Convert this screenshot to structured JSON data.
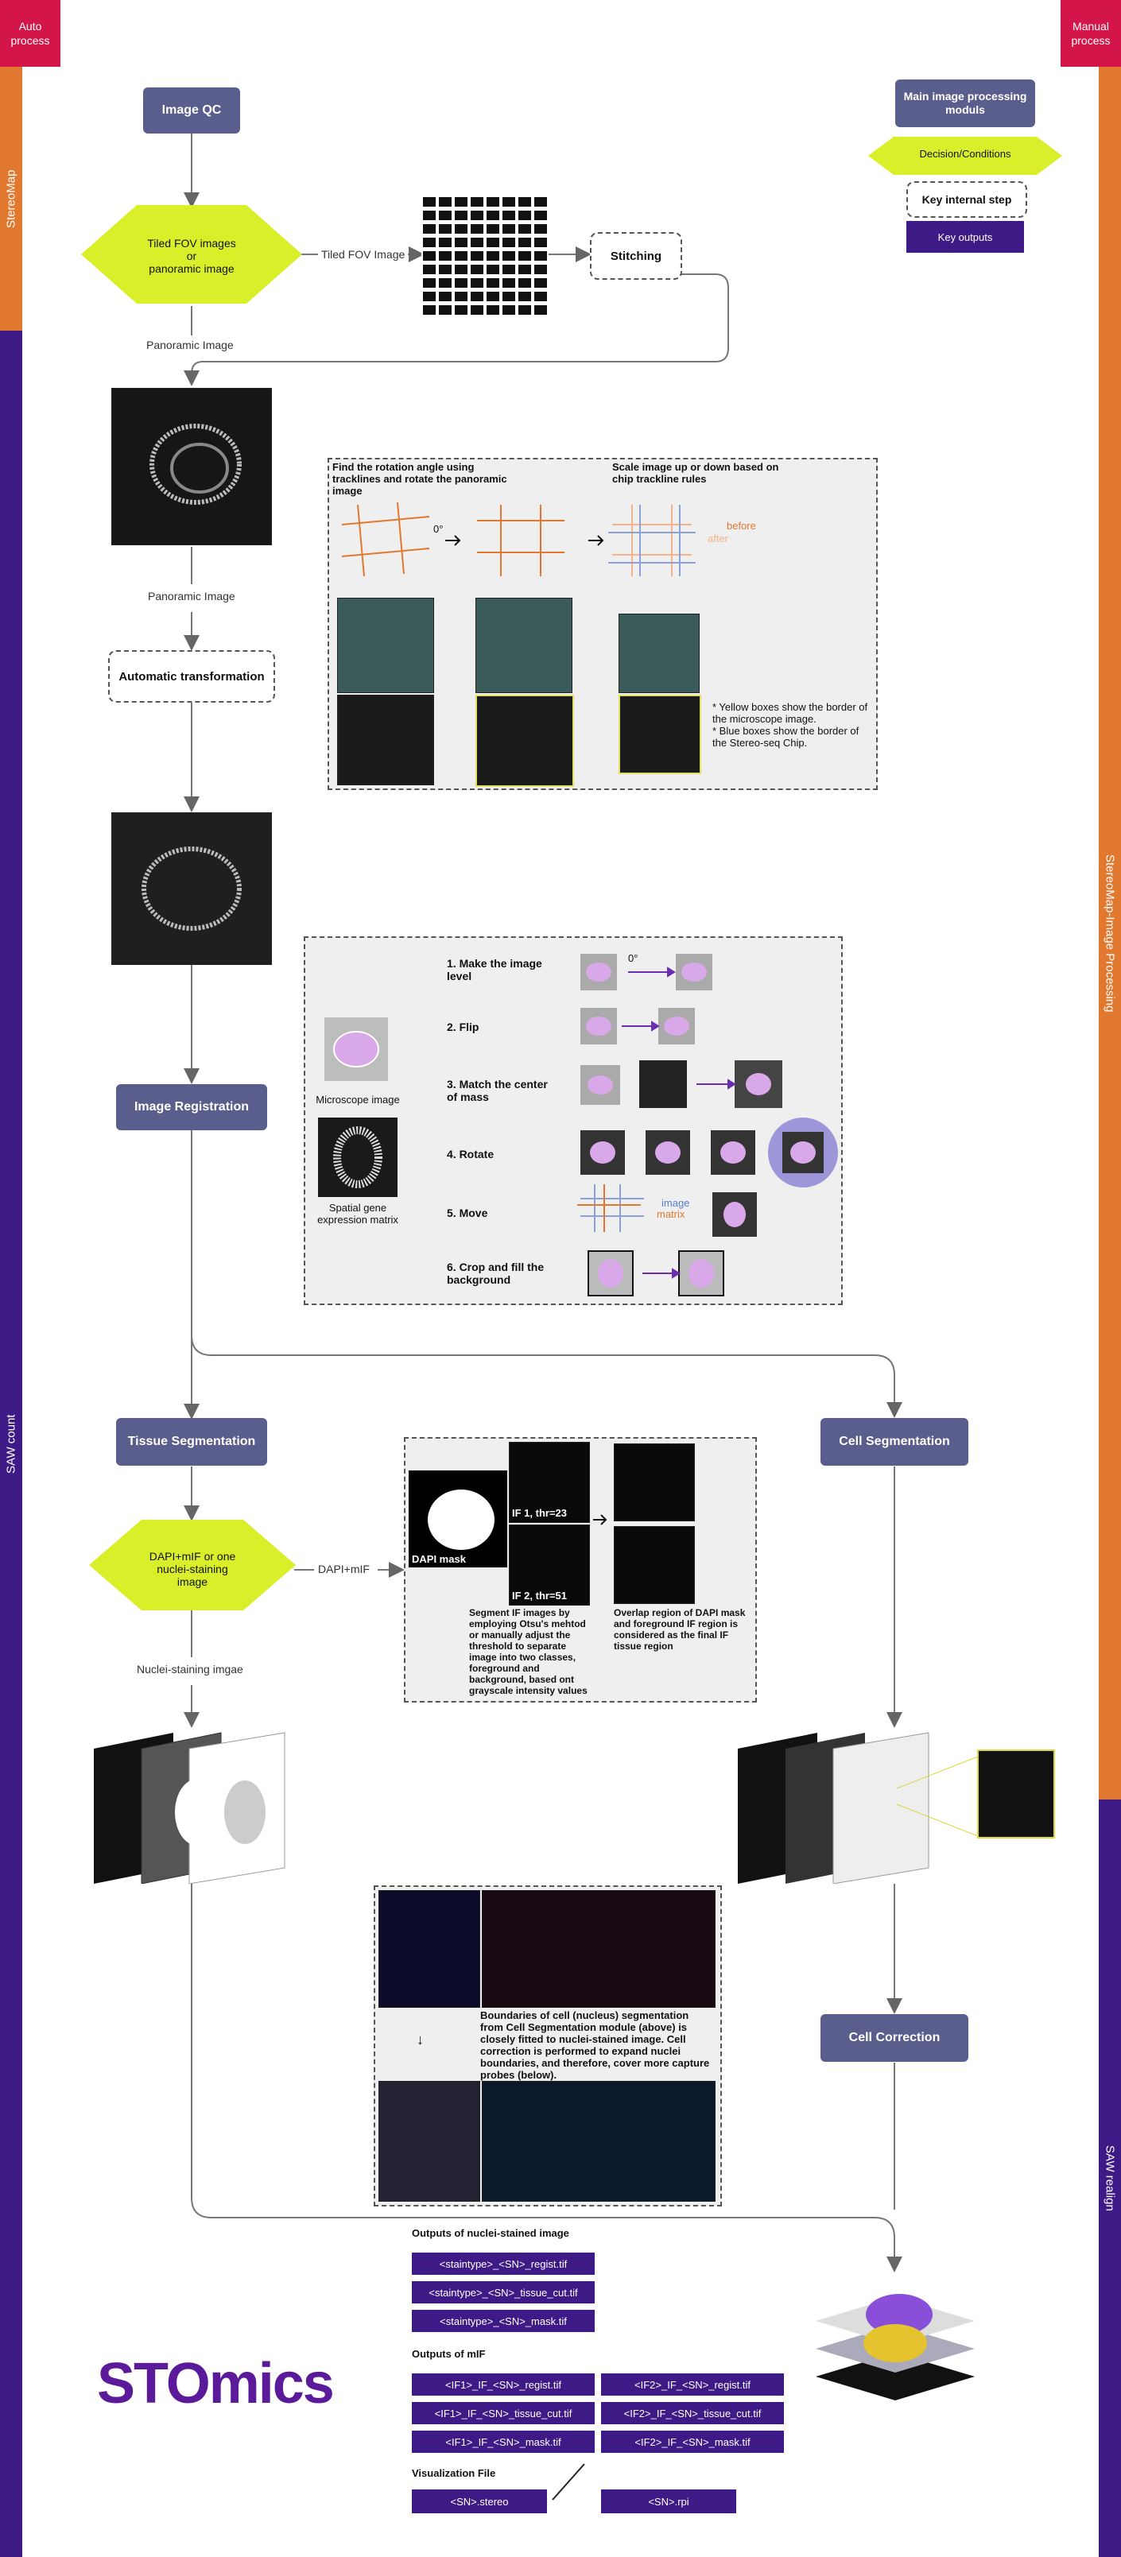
{
  "corners": {
    "left": "Auto\nprocess",
    "right": "Manual\nprocess"
  },
  "bands": {
    "left_top": "StereoMap",
    "left_bottom": "SAW count",
    "right_top": "StereoMap-Image Processing",
    "right_bottom": "SAW realign"
  },
  "legend": {
    "main": "Main image processing moduls",
    "decision": "Decision/Conditions",
    "internal": "Key internal step",
    "outputs": "Key outputs"
  },
  "nodes": {
    "image_qc": "Image QC",
    "decision1": "Tiled FOV images\nor\npanoramic image",
    "tiled_label": "Tiled FOV Image",
    "stitching": "Stitching",
    "panoramic_label1": "Panoramic Image",
    "panoramic_label2": "Panoramic Image",
    "auto_transform": "Automatic transformation",
    "image_registration": "Image Registration",
    "tissue_seg": "Tissue Segmentation",
    "cell_seg": "Cell Segmentation",
    "decision2": "DAPI+mIF or one\nnuclei-staining\nimage",
    "dapi_label": "DAPI+mIF",
    "nuclei_label": "Nuclei-staining imgae",
    "cell_correction": "Cell Correction"
  },
  "transform_panel": {
    "text1": "Find the rotation angle using tracklines and rotate the panoramic image",
    "text2": "Scale image up or down based on chip trackline rules",
    "angle": "0°",
    "before": "before",
    "after": "after",
    "note": "* Yellow boxes show the border of the microscope image.\n* Blue boxes show the border of the Stereo-seq Chip."
  },
  "registration_panel": {
    "microscope": "Microscope image",
    "spatial": "Spatial gene\nexpression matrix",
    "steps": [
      "1. Make the image\nlevel",
      "2. Flip",
      "3. Match the center\nof mass",
      "4. Rotate",
      "5. Move",
      "6. Crop and fill the\nbackground"
    ],
    "angle": "0°",
    "image": "image",
    "matrix": "matrix"
  },
  "tissue_panel": {
    "dapi_mask": "DAPI mask",
    "if1": "IF 1, thr=23",
    "if2": "IF 2, thr=51",
    "text1": "Segment IF images by employing Otsu's mehtod or manually adjust the threshold to separate image into two classes, foreground and background, based ont grayscale intensity values",
    "text2": "Overlap region of DAPI mask and foreground IF region is considered as the final IF tissue region"
  },
  "correction_panel": {
    "text": "Boundaries of cell (nucleus) segmentation from Cell Segmentation module (above) is closely fitted to nuclei-stained image. Cell correction is performed to expand nuclei boundaries, and therefore, cover more capture probes (below)."
  },
  "outputs": {
    "nuclei_title": "Outputs of nuclei-stained image",
    "nuclei": [
      "<staintype>_<SN>_regist.tif",
      "<staintype>_<SN>_tissue_cut.tif",
      "<staintype>_<SN>_mask.tif"
    ],
    "mif_title": "Outputs of mIF",
    "mif_left": [
      "<IF1>_IF_<SN>_regist.tif",
      "<IF1>_IF_<SN>_tissue_cut.tif",
      "<IF1>_IF_<SN>_mask.tif"
    ],
    "mif_right": [
      "<IF2>_IF_<SN>_regist.tif",
      "<IF2>_IF_<SN>_tissue_cut.tif",
      "<IF2>_IF_<SN>_mask.tif"
    ],
    "vis_title": "Visualization File",
    "vis": [
      "<SN>.stereo",
      "<SN>.rpi"
    ]
  },
  "logo": "STOmics",
  "colors": {
    "accent_purple": "#3e1a86",
    "node_blue": "#5a5e8c",
    "decision_yellow": "#d9ef2a",
    "band_orange": "#e0782f",
    "band_purple": "#3e1a86",
    "corner_red": "#d4154a"
  }
}
